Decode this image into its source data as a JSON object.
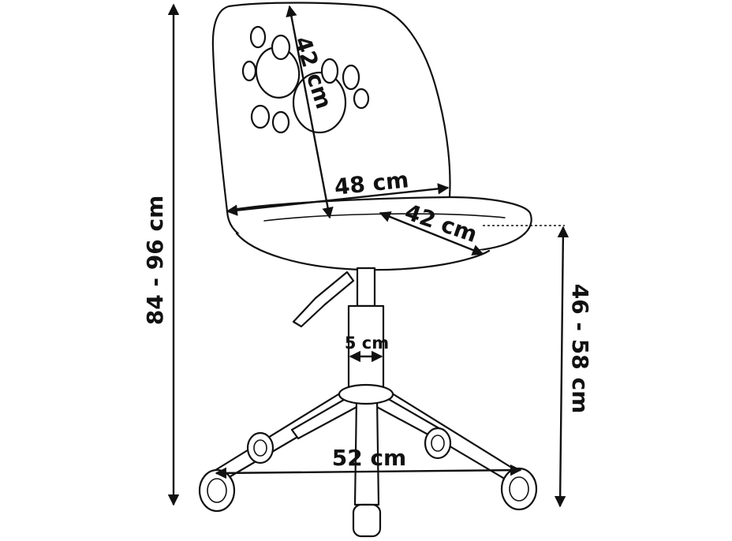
{
  "figure": {
    "dimensions": {
      "total_height": "84 - 96 cm",
      "backrest_height": "42 cm",
      "seat_width": "48 cm",
      "seat_depth": "42 cm",
      "gas_lift_diameter": "5 cm",
      "base_diameter": "52 cm",
      "seat_height": "46 - 58 cm"
    },
    "colors": {
      "line": "#111111",
      "background": "#ffffff"
    }
  }
}
